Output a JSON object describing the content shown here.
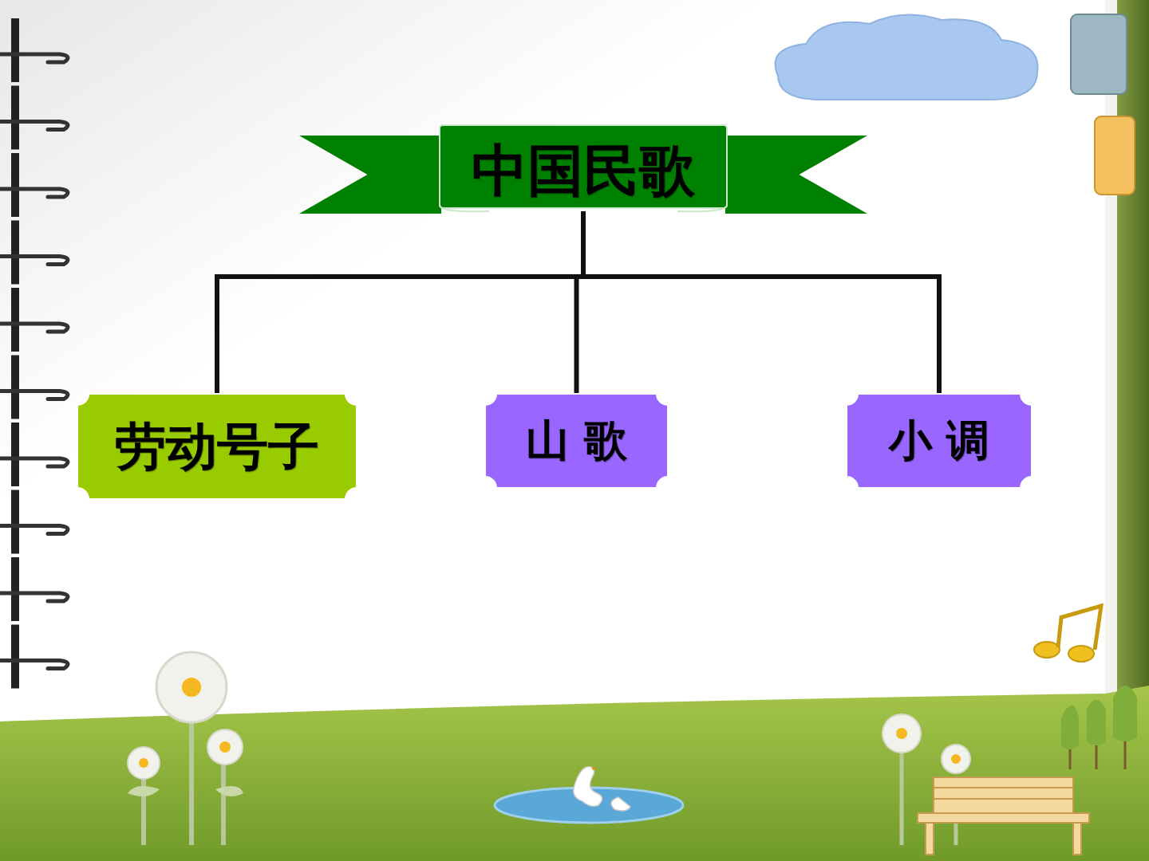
{
  "diagram": {
    "nodes": [
      {
        "text": [
          "中国民歌"
        ]
      },
      {
        "text": [
          "劳动号子"
        ]
      },
      {
        "text": [
          "山 歌"
        ]
      },
      {
        "text": [
          "小 调"
        ]
      }
    ],
    "edges": [
      {
        "from": 0,
        "to": 1,
        "arrow": "none"
      },
      {
        "from": 0,
        "to": 2,
        "arrow": "none"
      },
      {
        "from": 0,
        "to": 3,
        "arrow": "none"
      }
    ]
  }
}
